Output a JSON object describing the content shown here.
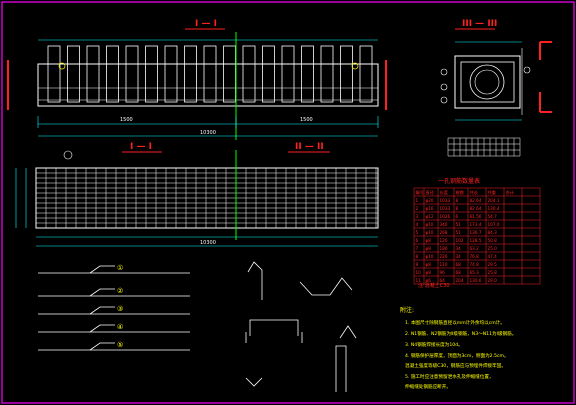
{
  "colors": {
    "background": "#000000",
    "frame": "#ff00ff",
    "line": "#ffffff",
    "title": "#ff2020",
    "green": "#00ff00",
    "yellow": "#ffff00",
    "dim": "#00ffff"
  },
  "views": {
    "elevation_title": "I — I",
    "plan_left_title": "I — I",
    "plan_right_title": "II — II",
    "section_title": "III — III",
    "dim_total_top": "10300",
    "dim_total_bottom": "10300",
    "dim_left_half": "1500",
    "dim_right_half": "1500"
  },
  "bar_marks": [
    "①",
    "②",
    "③",
    "④",
    "⑤"
  ],
  "table": {
    "title": "一孔钢筋数量表",
    "columns": [
      "编号",
      "直径",
      "长度",
      "根数",
      "共长",
      "共重",
      "合计"
    ],
    "rows": [
      [
        "1",
        "φ20",
        "1033",
        "8",
        "82.64",
        "204.1",
        "",
        ""
      ],
      [
        "2",
        "φ16",
        "1033",
        "8",
        "82.64",
        "130.4",
        "",
        ""
      ],
      [
        "3",
        "φ12",
        "1026",
        "6",
        "61.56",
        "54.7",
        "",
        ""
      ],
      [
        "4",
        "φ10",
        "340",
        "51",
        "173.4",
        "107.0",
        "",
        ""
      ],
      [
        "5",
        "φ10",
        "268",
        "51",
        "136.7",
        "84.3",
        "",
        ""
      ],
      [
        "6",
        "φ8",
        "126",
        "102",
        "128.5",
        "50.8",
        "",
        ""
      ],
      [
        "7",
        "φ8",
        "186",
        "34",
        "63.2",
        "25.0",
        "",
        ""
      ],
      [
        "8",
        "φ10",
        "226",
        "34",
        "76.8",
        "47.4",
        "",
        ""
      ],
      [
        "9",
        "φ8",
        "110",
        "68",
        "74.8",
        "29.5",
        "",
        ""
      ],
      [
        "10",
        "φ8",
        "96",
        "68",
        "65.3",
        "25.8",
        "",
        ""
      ],
      [
        "11",
        "φ6",
        "64",
        "204",
        "130.6",
        "29.0",
        "",
        ""
      ]
    ],
    "note": "注:混凝土C30"
  },
  "notes": {
    "heading": "附注:",
    "lines": [
      "1. 本图尺寸除钢筋直径以mm计外余均以cm计。",
      "2. N1钢筋、N2钢筋为Ⅱ级钢筋，N3～N11为Ⅰ级钢筋。",
      "3. N4钢筋焊接长度为10d。",
      "4. 钢筋保护层厚度，顶面为3cm，侧面为2.5cm。",
      "   混凝土强度等级C30，钢筋应与预埋件焊接牢固。",
      "5. 施工时应注意预留泄水孔及伸缩缝位置，",
      "   伸缩缝处钢筋应断开。"
    ]
  }
}
